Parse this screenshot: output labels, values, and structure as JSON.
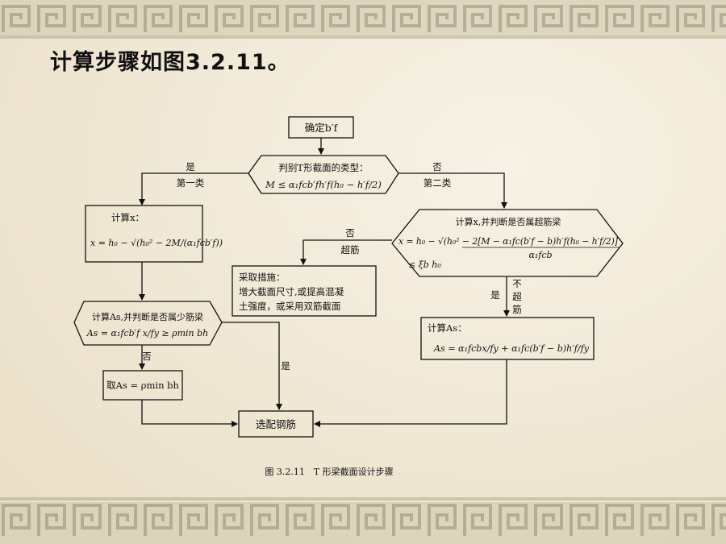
{
  "slide": {
    "title": "计算步骤如图3.2.11。",
    "caption": "图 3.2.11　T 形梁截面设计步骤"
  },
  "flowchart": {
    "start": "确定b′f",
    "decision1": {
      "line1": "判别T形截面的类型：",
      "line2": "M ≤ α₁fcb′fh′f(h₀ − h′f/2)"
    },
    "yes1": "是",
    "yes1_class": "第一类",
    "no1": "否",
    "no1_class": "第二类",
    "calc_x1": {
      "line1": "计算x：",
      "line2": "x = h₀ − √(h₀² − 2M/(α₁fcb′f))"
    },
    "decision2": {
      "line1": "计算As,并判断是否属少筋梁",
      "line2": "As = α₁fcb′f x/fy ≥ ρmin bh"
    },
    "no2": "否",
    "yes2": "是",
    "take_as": "取As = ρmin bh",
    "select_rebar": "选配钢筋",
    "decision3": {
      "line1": "计算x,并判断是否属超筋梁",
      "line2a": "x = h₀ − √(h₀² − 2[M − α₁fc(b′f − b)h′f(h₀ − h′f/2)]",
      "line2b": "α₁fcb",
      "line3": "≤ ξb h₀"
    },
    "no3": "否",
    "over_reinforced": "超筋",
    "measures": {
      "line1": "采取措施：",
      "line2": "增大截面尺寸,或提高混凝",
      "line3": "土强度，或采用双筋截面"
    },
    "yes3": "是",
    "not_over": [
      "不",
      "超",
      "筋"
    ],
    "calc_as2": {
      "line1": "计算As：",
      "line2": "As = α₁fcbx/fy + α₁fc(b′f − b)h′f/fy"
    }
  },
  "colors": {
    "background": "#f3ecdc",
    "line": "#111111",
    "border_pattern": "#9c9478"
  }
}
